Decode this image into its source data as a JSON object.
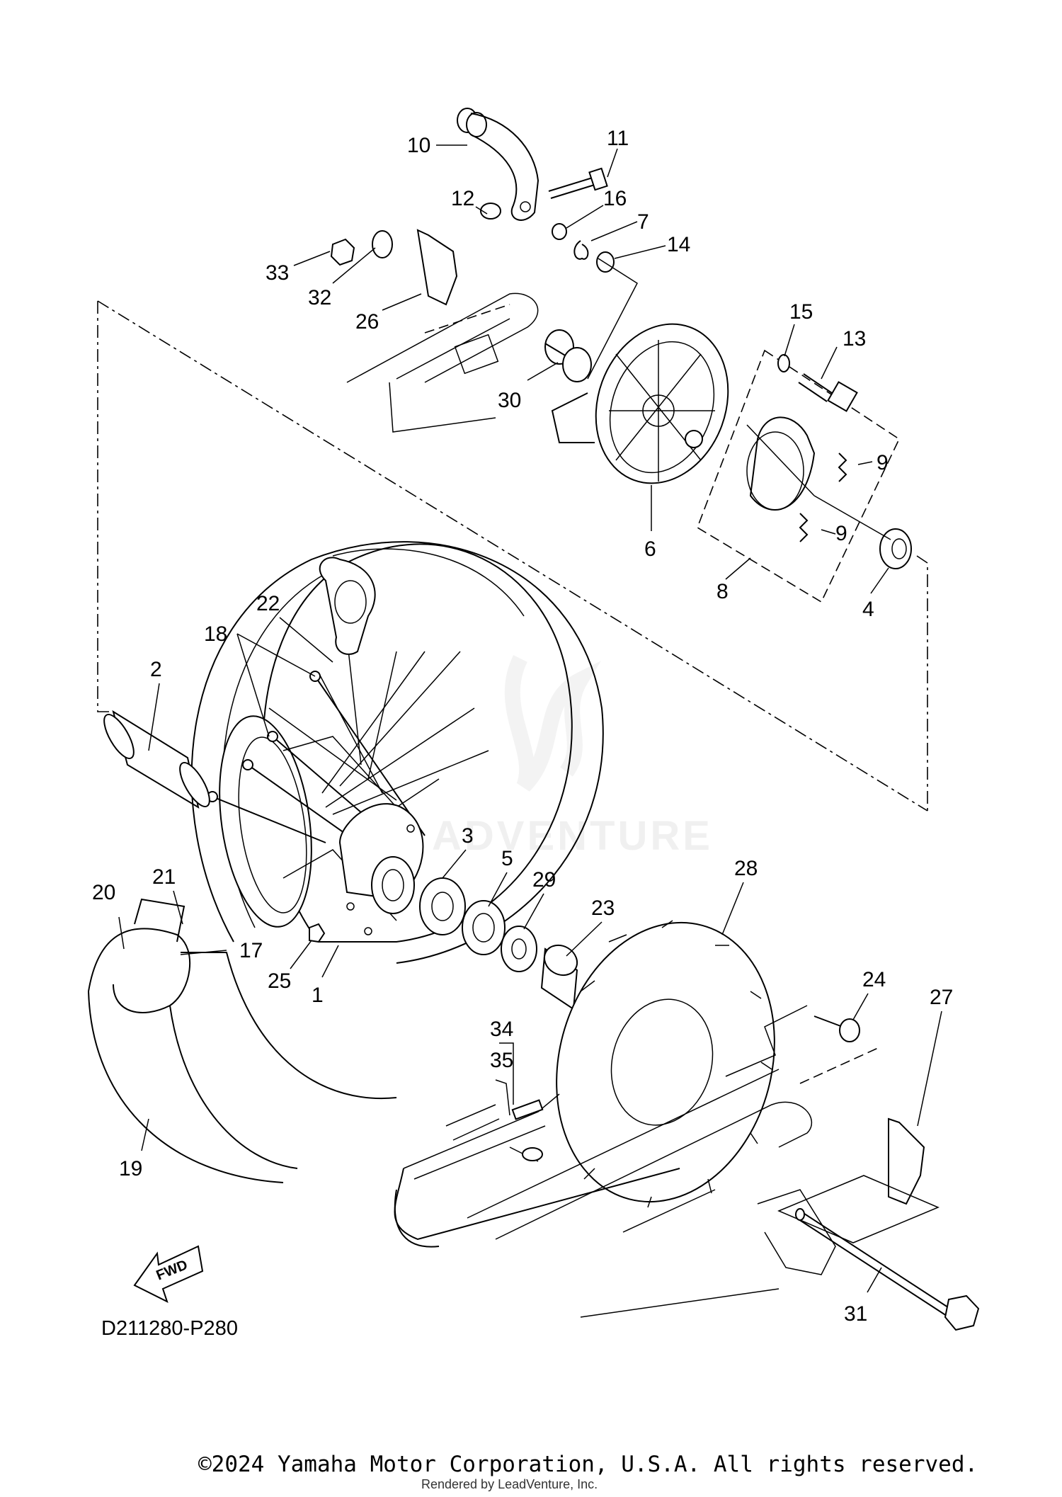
{
  "diagram": {
    "code": "D211280-P280",
    "fwd_label": "FWD",
    "watermark": "ADVENTURE",
    "callouts": [
      "10",
      "11",
      "12",
      "16",
      "7",
      "14",
      "33",
      "32",
      "26",
      "15",
      "13",
      "30",
      "9",
      "9",
      "6",
      "8",
      "4",
      "22",
      "18",
      "2",
      "3",
      "5",
      "29",
      "23",
      "28",
      "21",
      "20",
      "17",
      "25",
      "1",
      "24",
      "34",
      "35",
      "27",
      "19",
      "31"
    ]
  },
  "footer": {
    "copyright": "©2024 Yamaha Motor Corporation, U.S.A. All rights reserved.",
    "rendered_by": "Rendered by LeadVenture, Inc."
  }
}
